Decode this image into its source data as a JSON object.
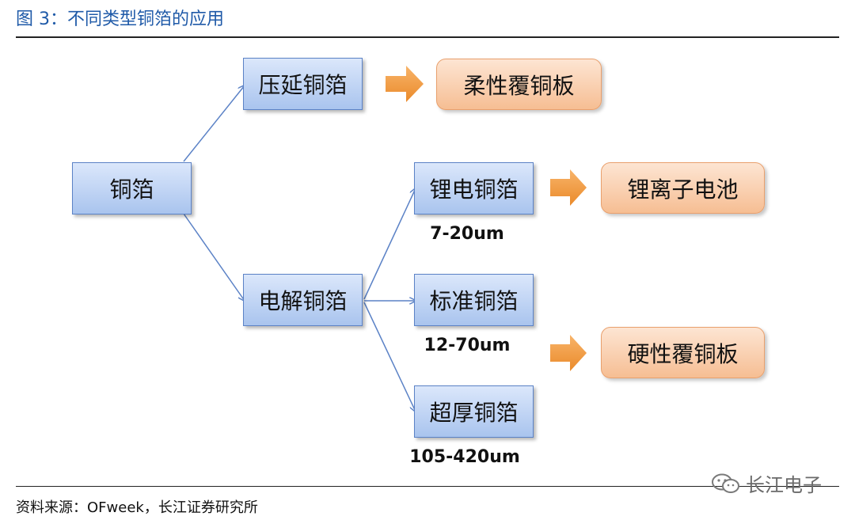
{
  "title": "图 3：不同类型铜箔的应用",
  "source": "资料来源：OFweek，长江证券研究所",
  "watermark": "长江电子",
  "nodes": {
    "root": "铜箔",
    "rolled": "压延铜箔",
    "electrolytic": "电解铜箔",
    "lithium_foil": "锂电铜箔",
    "standard_foil": "标准铜箔",
    "ultra_thick_foil": "超厚铜箔"
  },
  "thickness": {
    "lithium_foil": "7-20um",
    "standard_foil": "12-70um",
    "ultra_thick_foil": "105-420um"
  },
  "applications": {
    "flexible_ccl": "柔性覆铜板",
    "lithium_battery": "锂离子电池",
    "rigid_ccl": "硬性覆铜板"
  },
  "colors": {
    "title": "#1f5aa8",
    "connector": "#5b82c6",
    "arrow": "#f19a3e",
    "node_fill": "#bcd2f4",
    "application_fill": "#fbd2b2"
  }
}
